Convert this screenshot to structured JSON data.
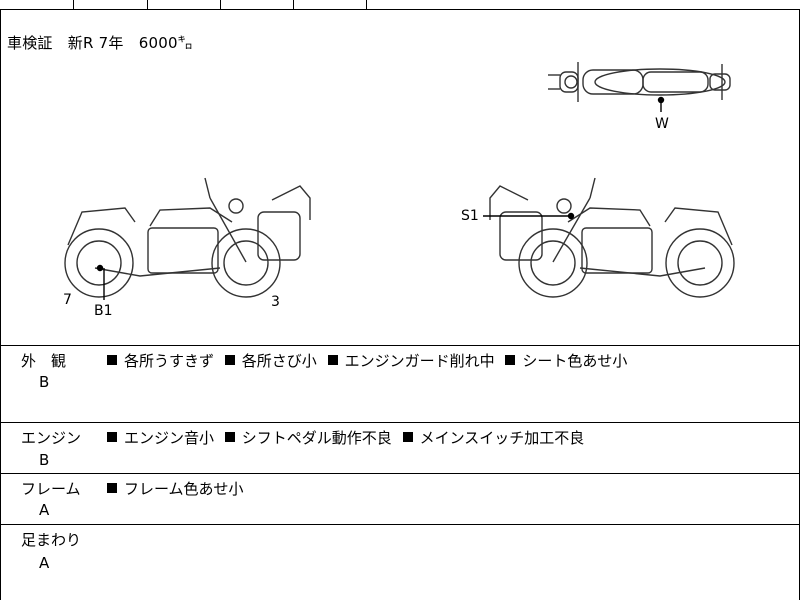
{
  "registration": {
    "text": "車検証　新R 7年　6000㌔"
  },
  "diagram_callouts": {
    "w": "W",
    "s1": "S1",
    "b1": "B1",
    "seven": "7",
    "three": "3"
  },
  "sections": [
    {
      "label": "外　観",
      "grade": "B",
      "items": [
        "各所うすきず",
        "各所さび小",
        "エンジンガード削れ中",
        "シート色あせ小"
      ]
    },
    {
      "label": "エンジン",
      "grade": "B",
      "items": [
        "エンジン音小",
        "シフトペダル動作不良",
        "メインスイッチ加工不良"
      ]
    },
    {
      "label": "フレーム",
      "grade": "A",
      "items": [
        "フレーム色あせ小"
      ]
    },
    {
      "label": "足まわり",
      "grade": "A",
      "items": []
    }
  ]
}
